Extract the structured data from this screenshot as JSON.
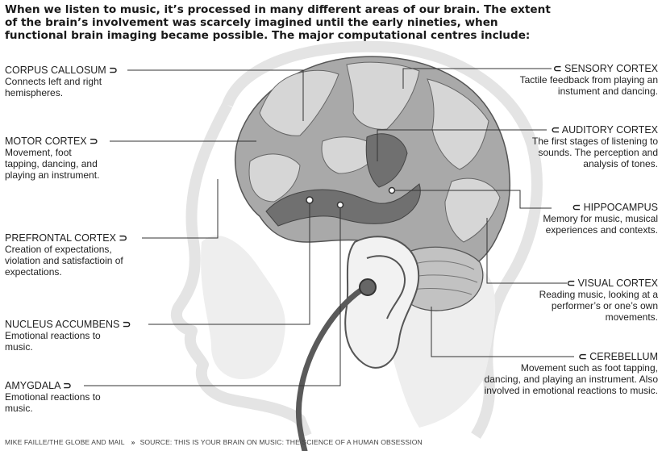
{
  "headline": [
    "When we listen to music, it’s processed in many different areas of our brain. The extent",
    "of the brain’s involvement was scarcely imagined until the early nineties, when",
    "functional brain imaging became possible. The major computational centres include:"
  ],
  "regions_left": [
    {
      "name": "CORPUS CALLOSUM",
      "desc": "Connects left and right hemispheres."
    },
    {
      "name": "MOTOR CORTEX",
      "desc": "Movement, foot tapping, dancing, and playing an instrument."
    },
    {
      "name": "PREFRONTAL CORTEX",
      "desc": "Creation of expectations, violation and satisfactioin of expectations."
    },
    {
      "name": "NUCLEUS ACCUMBENS",
      "desc": "Emotional reactions to music."
    },
    {
      "name": "AMYGDALA",
      "desc": "Emotional reactions to music."
    }
  ],
  "regions_right": [
    {
      "name": "SENSORY CORTEX",
      "desc": "Tactile feedback from playing an instument and dancing."
    },
    {
      "name": "AUDITORY CORTEX",
      "desc": "The first stages of listening to sounds. The perception and analysis of tones."
    },
    {
      "name": "HIPPOCAMPUS",
      "desc": "Memory for music, musical experiences and contexts."
    },
    {
      "name": "VISUAL CORTEX",
      "desc": "Reading music, looking at a performer’s or one’s own movements."
    },
    {
      "name": "CEREBELLUM",
      "desc": "Movement such as foot tapping, dancing, and playing an instrument. Also involved in emotional reactions to music."
    }
  ],
  "credit": {
    "author": "MIKE FAILLE/THE GLOBE AND MAIL",
    "separator": "»",
    "source": "SOURCE: THIS IS YOUR BRAIN ON MUSIC: THE SCIENCE OF A HUMAN OBSESSION"
  },
  "colors": {
    "brain_light": "#d9d9d9",
    "brain_mid": "#a6a6a6",
    "brain_dark": "#6e6e6e",
    "head_outline": "#e3e3e3",
    "leader_line": "#333333"
  },
  "icons": {
    "pointer_right": "arrow-right-hook-icon",
    "pointer_left": "arrow-left-hook-icon"
  }
}
